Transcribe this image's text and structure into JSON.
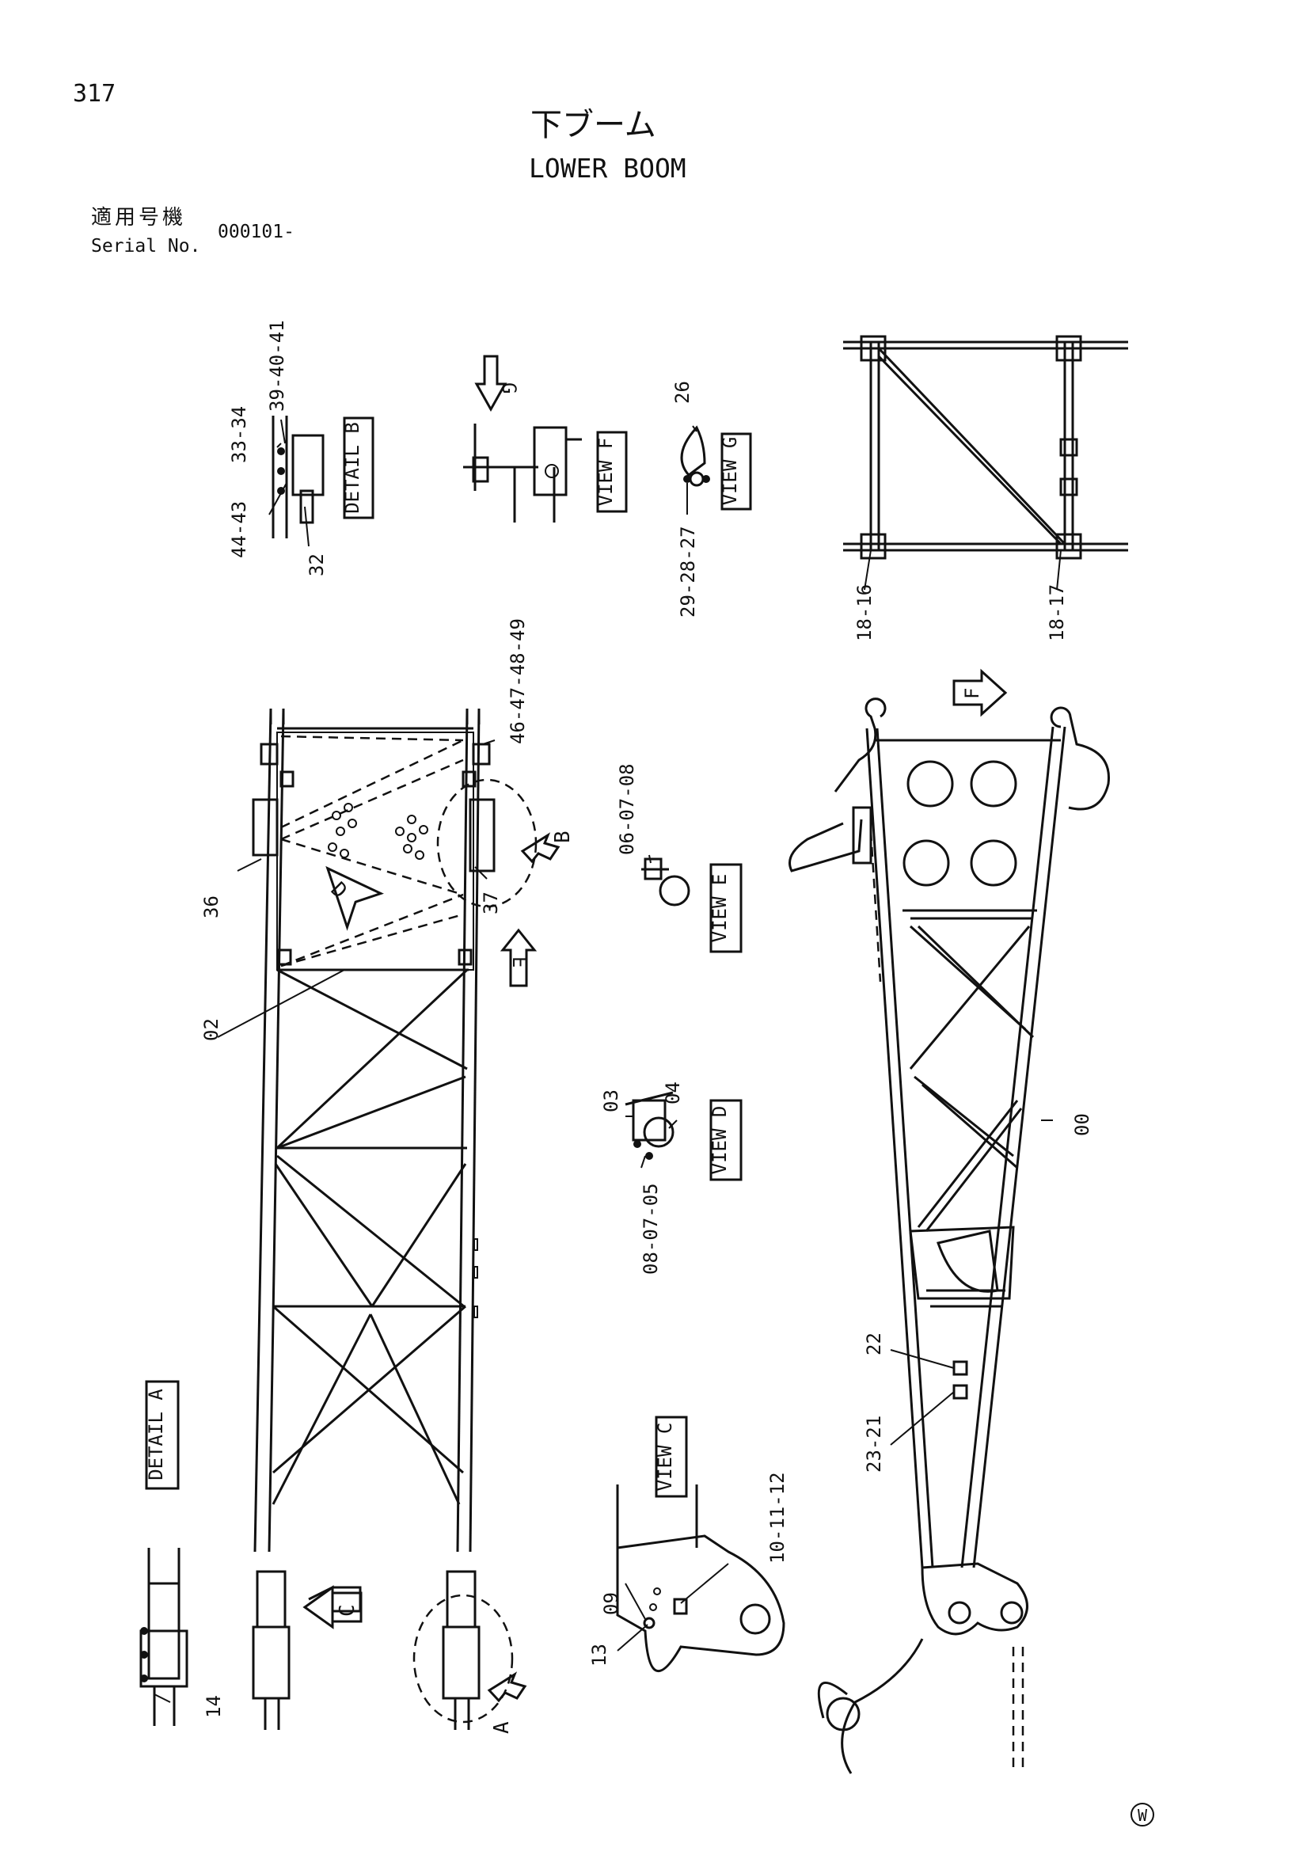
{
  "header": {
    "page_number": "317",
    "title_jp": "下ブーム",
    "title_en": "LOWER BOOM",
    "serial_label_jp": "適用号機",
    "serial_label_en": "Serial No.",
    "serial_value": "000101-"
  },
  "views": {
    "detail_a": "DETAIL A",
    "detail_b": "DETAIL B",
    "view_c": "VIEW C",
    "view_d": "VIEW D",
    "view_e": "VIEW E",
    "view_f": "VIEW F",
    "view_g": "VIEW G"
  },
  "arrow_letters": {
    "a": "A",
    "b": "B",
    "c": "C",
    "d": "D",
    "e": "E",
    "f": "F",
    "g": "G"
  },
  "part_labels": {
    "p00": "00",
    "p02": "02",
    "p03": "03",
    "p04": "04",
    "p06_07_08": "06-07-08",
    "p08_07_05": "08-07-05",
    "p09": "09",
    "p10_11_12": "10-11-12",
    "p13": "13",
    "p14": "14",
    "p18_16": "18-16",
    "p18_17": "18-17",
    "p22": "22",
    "p23_21": "23-21",
    "p26": "26",
    "p29_28_27": "29-28-27",
    "p32": "32",
    "p33_34": "33-34",
    "p36": "36",
    "p37": "37",
    "p39_40_41": "39-40-41",
    "p44_43": "44-43",
    "p46_47_48_49": "46-47-48-49"
  },
  "footer": {
    "mark": "W"
  }
}
